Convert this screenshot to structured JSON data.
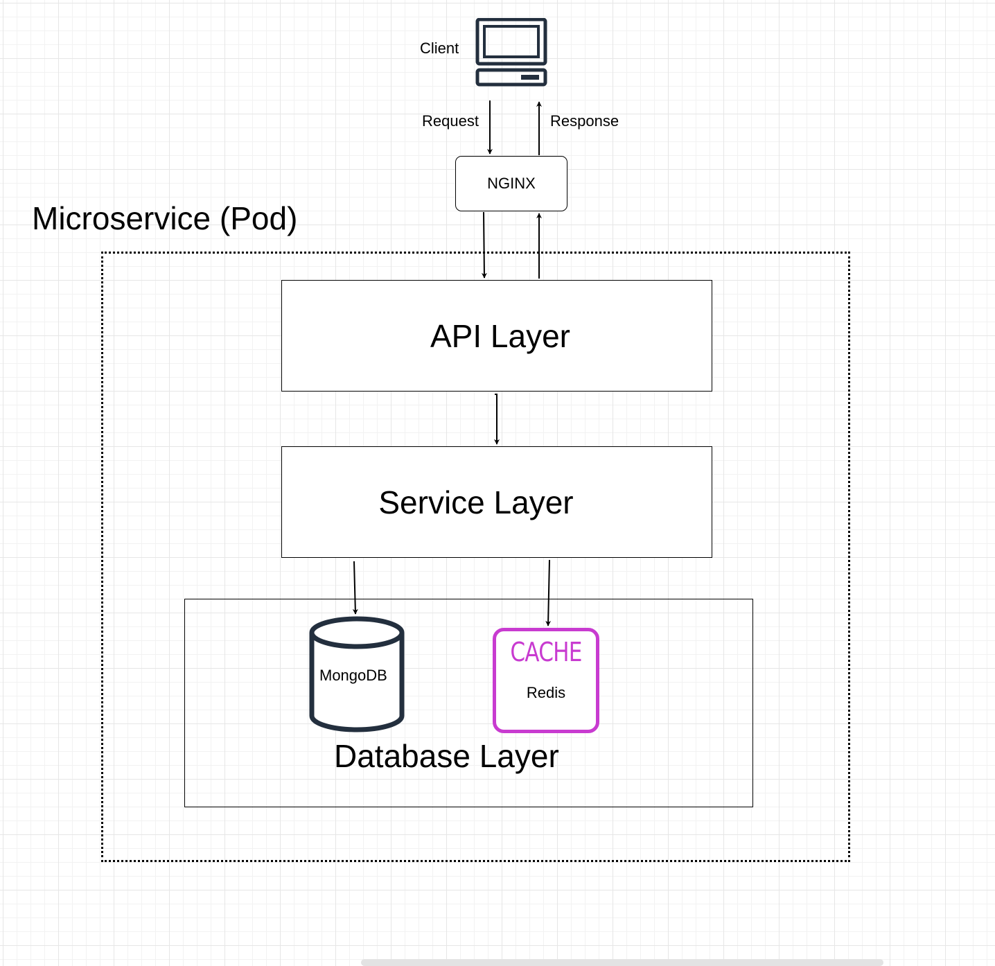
{
  "diagram": {
    "client_label": "Client",
    "request_label": "Request",
    "response_label": "Response",
    "nginx_label": "NGINX",
    "pod_title": "Microservice (Pod)",
    "api_layer_label": "API Layer",
    "service_layer_label": "Service Layer",
    "database_layer_label": "Database Layer",
    "mongodb_label": "MongoDB",
    "cache_title": "CACHE",
    "redis_label": "Redis"
  },
  "colors": {
    "cache_accent": "#c83bd0",
    "icon_stroke": "#232f3e"
  },
  "icons": {
    "client": "desktop-computer-icon",
    "mongodb": "database-cylinder-icon"
  }
}
